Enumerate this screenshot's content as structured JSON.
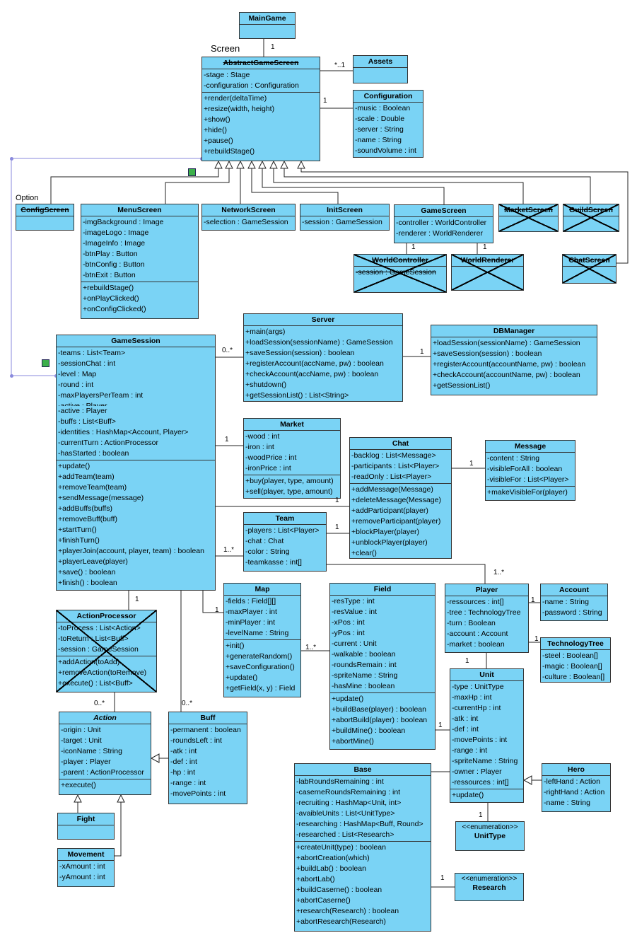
{
  "classes": [
    {
      "id": "maingame",
      "name": "MainGame",
      "attrs": [],
      "ops": []
    },
    {
      "id": "abstractgamescreen",
      "name": "AbstractGameScreen",
      "attrs": [
        "-stage : Stage",
        "-configuration : Configuration"
      ],
      "ops": [
        "+render(deltaTime)",
        "+resize(width, height)",
        "+show()",
        "+hide()",
        "+pause()",
        "+rebuildStage()"
      ]
    },
    {
      "id": "assets",
      "name": "Assets",
      "attrs": [],
      "ops": []
    },
    {
      "id": "configuration",
      "name": "Configuration",
      "attrs": [
        "-music : Boolean",
        "-scale : Double",
        "-server : String",
        "-name : String",
        "-soundVolume : int"
      ],
      "ops": []
    },
    {
      "id": "configscreen",
      "name": "ConfigScreen",
      "attrs": [],
      "ops": []
    },
    {
      "id": "menuscreen",
      "name": "MenuScreen",
      "attrs": [
        "-imgBackground : Image",
        "-imageLogo : Image",
        "-ImageInfo : Image",
        "-btnPlay : Button",
        "-btnConfig : Button",
        "-btnExit : Button"
      ],
      "ops": [
        "+rebuildStage()",
        "+onPlayClicked()",
        "+onConfigClicked()"
      ]
    },
    {
      "id": "networkscreen",
      "name": "NetworkScreen",
      "attrs": [
        "-selection : GameSession"
      ],
      "ops": []
    },
    {
      "id": "initscreen",
      "name": "InitScreen",
      "attrs": [
        "-session : GameSession"
      ],
      "ops": []
    },
    {
      "id": "gamescreen",
      "name": "GameScreen",
      "attrs": [
        "-controller : WorldController",
        "-renderer : WorldRenderer"
      ],
      "ops": []
    },
    {
      "id": "marketscreen",
      "name": "MarketScreen",
      "attrs": [],
      "ops": []
    },
    {
      "id": "guildscreen",
      "name": "GuildScreen",
      "attrs": [],
      "ops": []
    },
    {
      "id": "worldcontroller",
      "name": "WorldController",
      "attrs": [
        "-session : GameSession"
      ],
      "ops": []
    },
    {
      "id": "worldrenderer",
      "name": "WorldRenderer",
      "attrs": [],
      "ops": []
    },
    {
      "id": "chatscreen",
      "name": "ChatScreen",
      "attrs": [],
      "ops": []
    },
    {
      "id": "gamesession",
      "name": "GameSession",
      "attrs": [
        "-teams : List<Team>",
        "-sessionChat : int",
        "-level : Map",
        "-round : int",
        "-maxPlayersPerTeam : int",
        "-active : Player",
        "-active : Player",
        "-buffs : List<Buff>",
        "-identities : HashMap<Account, Player>",
        "-currentTurn : ActionProcessor",
        "-hasStarted : boolean"
      ],
      "ops": [
        "+update()",
        "+addTeam(team)",
        "+removeTeam(team)",
        "+sendMessage(message)",
        "+addBuffs(buffs)",
        "+removeBuff(buff)",
        "+startTurn()",
        "+finishTurn()",
        "+playerJoin(account, player, team) : boolean",
        "+playerLeave(player)",
        "+save() : boolean",
        "+finish() : boolean"
      ]
    },
    {
      "id": "server",
      "name": "Server",
      "attrs": [],
      "ops": [
        "+main(args)",
        "+loadSession(sessionName) : GameSession",
        "+saveSession(session) : boolean",
        "+registerAccount(accName, pw) : boolean",
        "+checkAccount(accName, pw) : boolean",
        "+shutdown()",
        "+getSessionList() : List<String>"
      ]
    },
    {
      "id": "dbmanager",
      "name": "DBManager",
      "attrs": [],
      "ops": [
        "+loadSession(sessionName) : GameSession",
        "+saveSession(session) : boolean",
        "+registerAccount(accountName, pw) : boolean",
        "+checkAccount(accountName, pw) : boolean",
        "+getSessionList()"
      ]
    },
    {
      "id": "market",
      "name": "Market",
      "attrs": [
        "-wood : int",
        "-iron : int",
        "-woodPrice : int",
        "-ironPrice : int"
      ],
      "ops": [
        "+buy(player, type, amount)",
        "+sell(player, type, amount)"
      ]
    },
    {
      "id": "chat",
      "name": "Chat",
      "attrs": [
        "-backlog : List<Message>",
        "-participants : List<Player>",
        "-readOnly : List<Player>"
      ],
      "ops": [
        "+addMessage(Message)",
        "+deleteMessage(Message)",
        "+addParticipant(player)",
        "+removeParticipant(player)",
        "+blockPlayer(player)",
        "+unblockPlayer(player)",
        "+clear()"
      ]
    },
    {
      "id": "message",
      "name": "Message",
      "attrs": [
        "-content : String",
        "-visibleForAll : boolean",
        "-visibleFor : List<Player>"
      ],
      "ops": [
        "+makeVisibleFor(player)"
      ]
    },
    {
      "id": "team",
      "name": "Team",
      "attrs": [
        "-players : List<Player>",
        "-chat : Chat",
        "-color : String",
        "-teamkasse : int[]"
      ],
      "ops": []
    },
    {
      "id": "map",
      "name": "Map",
      "attrs": [
        "-fields : Field[][]",
        "-maxPlayer : int",
        "-minPlayer : int",
        "-levelName : String"
      ],
      "ops": [
        "+init()",
        "+generateRandom()",
        "+saveConfiguration()",
        "+update()",
        "+getField(x, y) : Field"
      ]
    },
    {
      "id": "field",
      "name": "Field",
      "attrs": [
        "-resType : int",
        "-resValue : int",
        "-xPos : int",
        "-yPos : int",
        "-current : Unit",
        "-walkable : boolean",
        "-roundsRemain : int",
        "-spriteName : String",
        "-hasMine : boolean"
      ],
      "ops": [
        "+update()",
        "+buildBase(player) : boolean",
        "+abortBuild(player) : boolean",
        "+buildMine() : boolean",
        "+abortMine()"
      ]
    },
    {
      "id": "player",
      "name": "Player",
      "attrs": [
        "-ressources : int[]",
        "-tree : TechnologyTree",
        "-turn : Boolean",
        "-account : Account",
        "-market : boolean"
      ],
      "ops": []
    },
    {
      "id": "account",
      "name": "Account",
      "attrs": [
        "-name : String",
        "-password : String"
      ],
      "ops": []
    },
    {
      "id": "technologytree",
      "name": "TechnologyTree",
      "attrs": [
        "-steel : Boolean[]",
        "-magic : Boolean[]",
        "-culture : Boolean[]"
      ],
      "ops": []
    },
    {
      "id": "actionprocessor",
      "name": "ActionProcessor",
      "attrs": [
        "-toProcess : List<Action>",
        "-toReturn : List<Buff>",
        "-session : GameSession"
      ],
      "ops": [
        "+addAction(toAdd)",
        "+removeAction(toRemove)",
        "+execute() : List<Buff>"
      ]
    },
    {
      "id": "action",
      "name": "Action",
      "attrs": [
        "-origin : Unit",
        "-target : Unit",
        "-iconName : String",
        "-player : Player",
        "-parent : ActionProcessor"
      ],
      "ops": [
        "+execute()"
      ]
    },
    {
      "id": "buff",
      "name": "Buff",
      "attrs": [
        "-permanent : boolean",
        "-roundsLeft : int",
        "-atk : int",
        "-def : int",
        "-hp : int",
        "-range : int",
        "-movePoints : int"
      ],
      "ops": []
    },
    {
      "id": "unit",
      "name": "Unit",
      "attrs": [
        "-type : UnitType",
        "-maxHp : int",
        "-currentHp : int",
        "-atk : int",
        "-def : int",
        "-movePoints : int",
        "-range : int",
        "-spriteName : String",
        "-owner : Player",
        "-ressources : int[]"
      ],
      "ops": [
        "+update()"
      ]
    },
    {
      "id": "hero",
      "name": "Hero",
      "attrs": [
        "-leftHand : Action",
        "-rightHand : Action",
        "-name : String"
      ],
      "ops": []
    },
    {
      "id": "base",
      "name": "Base",
      "attrs": [
        "-labRoundsRemaining : int",
        "-caserneRoundsRemaining : int",
        "-recruiting : HashMap<Unit, int>",
        "-avaibleUnits : List<UnitType>",
        "-researching : HashMap<Buff, Round>",
        "-researched : List<Research>"
      ],
      "ops": [
        "+createUnit(type) : boolean",
        "+abortCreation(which)",
        "+buildLab() : boolean",
        "+abortLab()",
        "+buildCaserne() : boolean",
        "+abortCaserne()",
        "+research(Research) : boolean",
        "+abortResearch(Research)"
      ]
    },
    {
      "id": "unittype",
      "name": "UnitType",
      "stereotype": "<<enumeration>>",
      "attrs": [],
      "ops": []
    },
    {
      "id": "research",
      "name": "Research",
      "stereotype": "<<enumeration>>",
      "attrs": [],
      "ops": []
    },
    {
      "id": "fight",
      "name": "Fight",
      "attrs": [],
      "ops": []
    },
    {
      "id": "movement",
      "name": "Movement",
      "attrs": [
        "-xAmount : int",
        "-yAmount : int"
      ],
      "ops": []
    }
  ],
  "multiplicities": [
    "1",
    "*..1",
    "1",
    "1",
    "1",
    "0..*",
    "1",
    "1",
    "1",
    "1",
    "1",
    "1..*",
    "1..*",
    "1",
    "1",
    "1",
    "1..*",
    "1",
    "0..*",
    "0..*",
    "1",
    "1",
    "1",
    "1"
  ],
  "annotations": {
    "screen_note": "Screen",
    "option_note": "Option"
  }
}
